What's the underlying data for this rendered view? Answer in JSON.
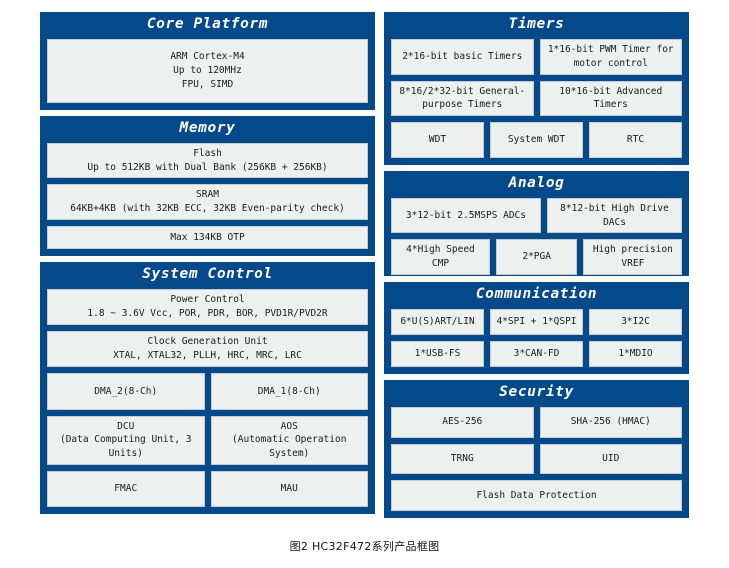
{
  "caption": "图2 HC32F472系列产品框图",
  "colors": {
    "section_blue": "#044a8b",
    "cell_fill": "#eef0f0",
    "cell_border": "#c6cbcb",
    "title_text": "#ffffff",
    "body_text": "#1a1a1a",
    "page_background": "#ffffff"
  },
  "left_column": {
    "core_platform": {
      "title": "Core Platform",
      "cells": [
        "ARM Cortex-M4\nUp to 120MHz\nFPU, SIMD"
      ]
    },
    "memory": {
      "title": "Memory",
      "cells": [
        "Flash\nUp to 512KB with Dual Bank (256KB + 256KB)",
        "SRAM\n64KB+4KB (with 32KB ECC, 32KB Even-parity check)",
        "Max 134KB OTP"
      ]
    },
    "system_control": {
      "title": "System Control",
      "rows": [
        [
          "Power Control\n1.8 ~ 3.6V Vcc, POR, PDR, BOR,  PVD1R/PVD2R"
        ],
        [
          "Clock Generation Unit\nXTAL, XTAL32, PLLH, HRC, MRC, LRC"
        ],
        [
          "DMA_2(8-Ch)",
          "DMA_1(8-Ch)"
        ],
        [
          "DCU\n(Data Computing Unit, 3 Units)",
          "AOS\n(Automatic Operation System)"
        ],
        [
          "FMAC",
          "MAU"
        ]
      ]
    }
  },
  "right_column": {
    "timers": {
      "title": "Timers",
      "rows": [
        [
          "2*16-bit basic Timers",
          "1*16-bit PWM Timer for motor control"
        ],
        [
          "8*16/2*32-bit General-purpose Timers",
          "10*16-bit Advanced Timers"
        ],
        [
          "WDT",
          "System WDT",
          "RTC"
        ]
      ]
    },
    "analog": {
      "title": "Analog",
      "rows": [
        [
          "3*12-bit  2.5MSPS ADCs",
          "8*12-bit High Drive DACs"
        ],
        [
          "4*High Speed CMP",
          "2*PGA",
          "High precision VREF"
        ]
      ]
    },
    "communication": {
      "title": "Communication",
      "rows": [
        [
          "6*U(S)ART/LIN",
          "4*SPI + 1*QSPI",
          "3*I2C"
        ],
        [
          "1*USB-FS",
          "3*CAN-FD",
          "1*MDIO"
        ]
      ]
    },
    "security": {
      "title": "Security",
      "rows": [
        [
          "AES-256",
          "SHA-256 (HMAC)"
        ],
        [
          "TRNG",
          "UID"
        ],
        [
          "Flash Data Protection"
        ]
      ]
    }
  }
}
